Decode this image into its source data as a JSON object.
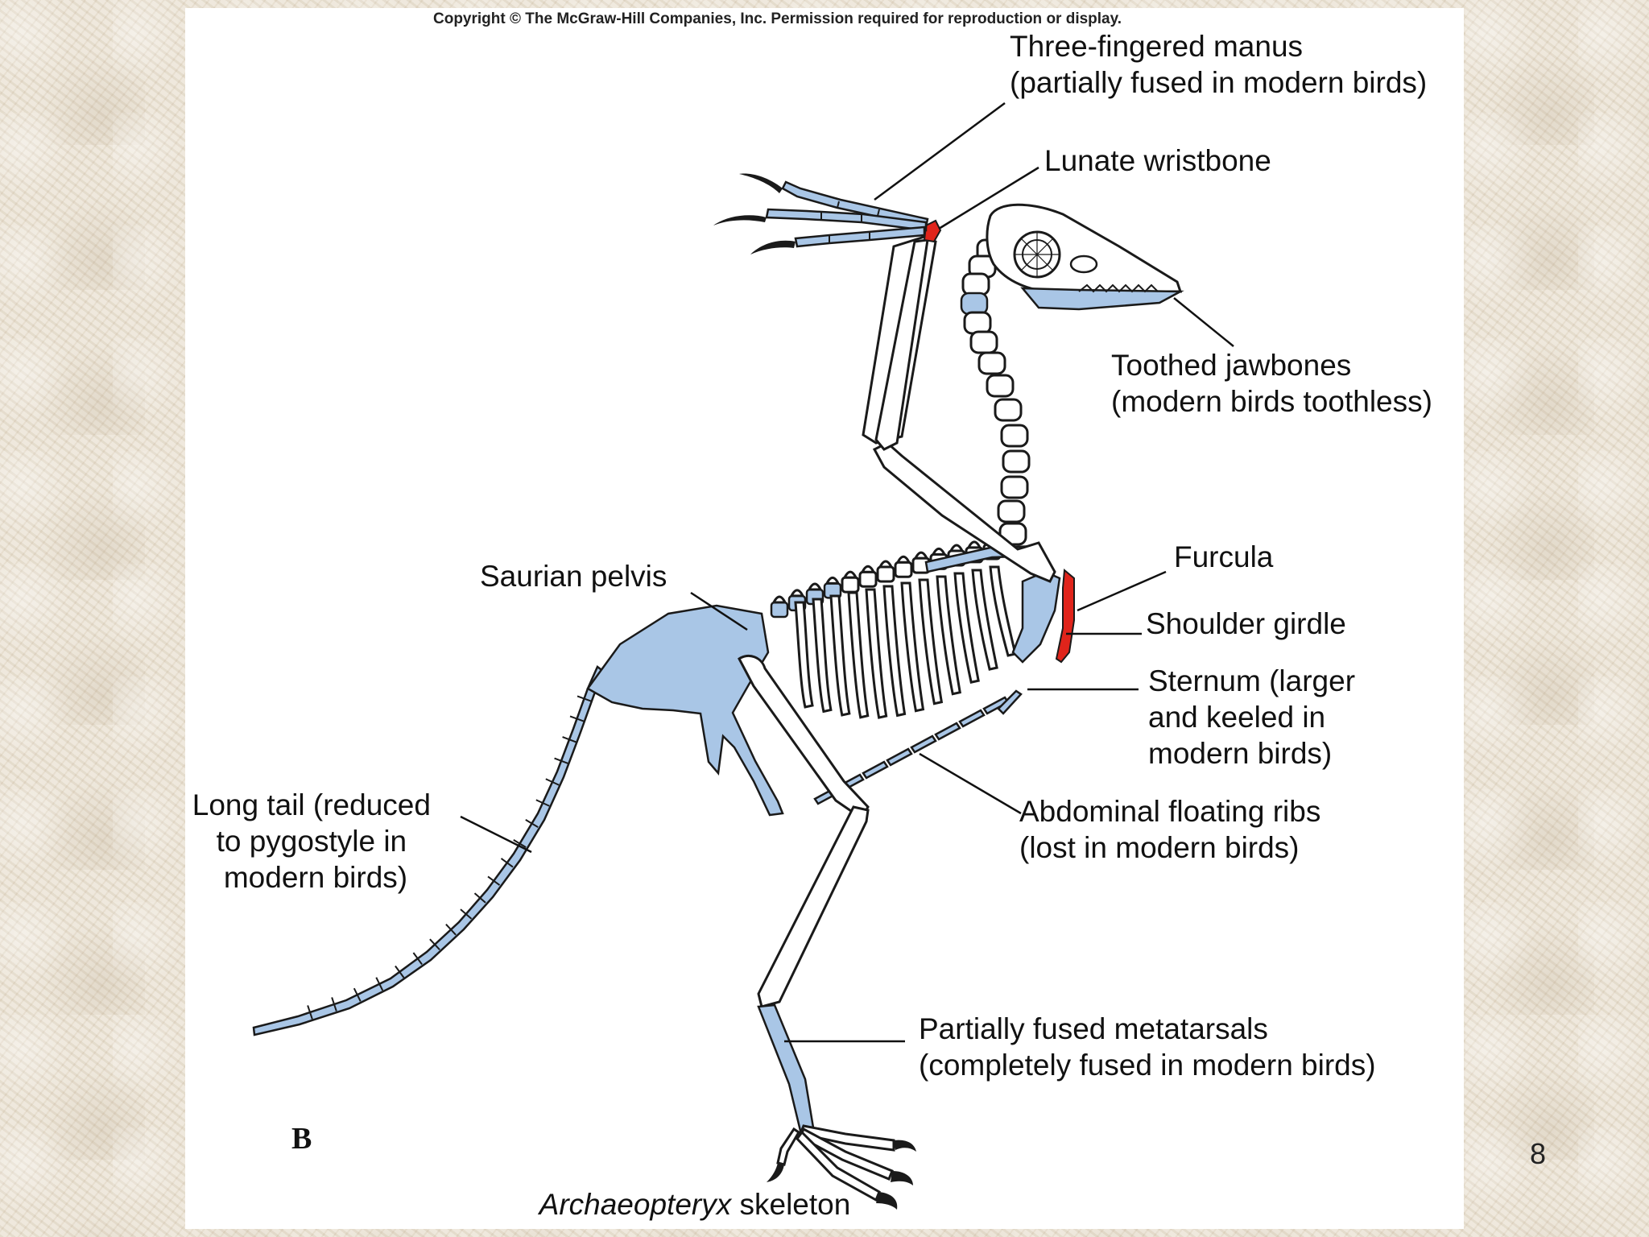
{
  "copyright": "Copyright © The McGraw-Hill Companies, Inc. Permission required for reproduction or display.",
  "labels": {
    "manus": [
      "Three-fingered manus",
      "(partially fused in modern birds)"
    ],
    "wristbone": [
      "Lunate wristbone"
    ],
    "jawbones": [
      "Toothed jawbones",
      "(modern birds toothless)"
    ],
    "furcula": [
      "Furcula"
    ],
    "shoulder": [
      "Shoulder girdle"
    ],
    "sternum": [
      "Sternum (larger",
      "and keeled in",
      "modern birds)"
    ],
    "pelvis": [
      "Saurian pelvis"
    ],
    "abdominal": [
      "Abdominal floating ribs",
      "(lost in modern birds)"
    ],
    "tail": [
      "Long tail (reduced",
      "to pygostyle in",
      "modern birds)"
    ],
    "metatarsals": [
      "Partially fused metatarsals",
      "(completely fused in modern birds)"
    ]
  },
  "panel_letter": "B",
  "caption": {
    "italic": "Archaeopteryx",
    "rest": " skeleton"
  },
  "page_number": "8",
  "colors": {
    "highlight_blue": "#a9c6e6",
    "highlight_red": "#e0241b",
    "background": "#ece4d6"
  }
}
